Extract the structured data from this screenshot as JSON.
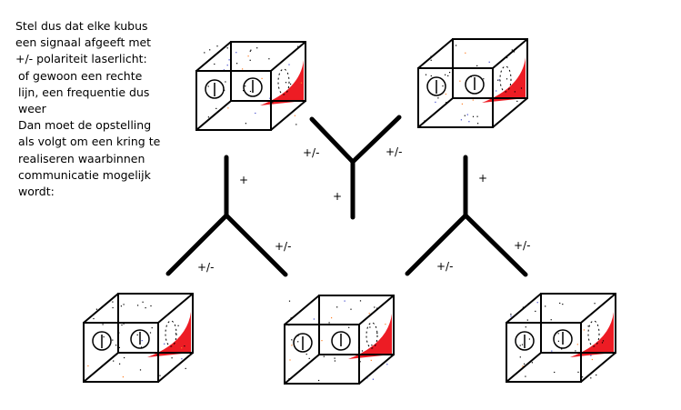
{
  "description_lines": [
    "Stel dus dat elke kubus",
    "een signaal afgeeft met",
    "+/- polariteit laserlicht:",
    "of gewoon een rechte",
    "lijn, een frequentie dus",
    "weer",
    "Dan moet de opstelling",
    "als volgt om een kring te",
    "realiseren waarbinnen",
    "communicatie mogelijk",
    "wordt:"
  ],
  "junctions": [
    {
      "name": "top-center",
      "labels": [
        "+/-",
        "+/-",
        "+"
      ]
    },
    {
      "name": "left",
      "labels": [
        "+",
        "+/-",
        "+/-"
      ]
    },
    {
      "name": "right",
      "labels": [
        "+",
        "+/-",
        "+/-"
      ]
    }
  ],
  "colors": {
    "line": "#000000",
    "accent_red": "#ed1c24",
    "speckle_blue": "#3f48cc",
    "speckle_orange": "#ff7f27"
  }
}
